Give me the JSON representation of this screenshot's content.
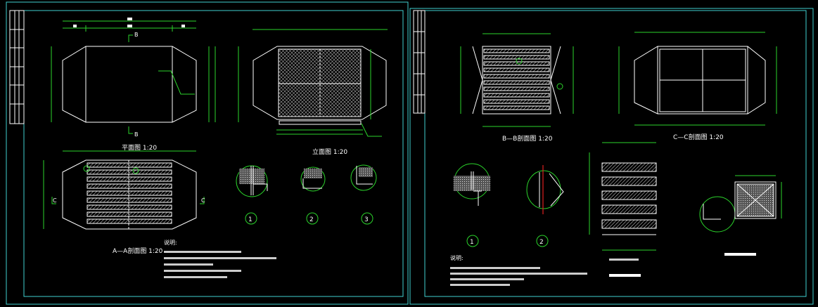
{
  "sheets": [
    {
      "views": {
        "plan_title": "平面图 1:20",
        "elevation_title": "立面图 1:20",
        "section_aa_title": "A—A剖面图 1:20",
        "section_mark_b": "B",
        "section_mark_c": "C",
        "detail_1": "1",
        "detail_2": "2",
        "detail_3": "3",
        "notes_heading": "说明:"
      }
    },
    {
      "views": {
        "section_bb_title": "B—B剖面图 1:20",
        "section_cc_title": "C—C剖面图 1:20",
        "detail_1": "1",
        "detail_2": "2",
        "notes_heading": "说明:"
      }
    }
  ],
  "colors": {
    "frame": "#3fd0d0",
    "dimension": "#2bd42b",
    "geometry": "#ffffff",
    "centerline": "#e02020"
  }
}
